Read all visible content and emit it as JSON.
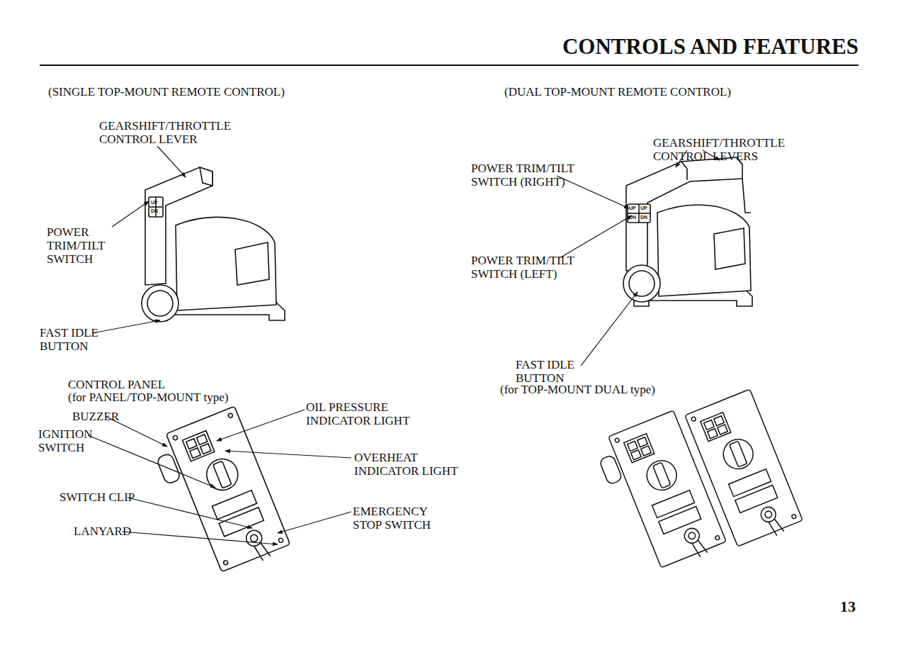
{
  "diagram": {
    "title": "CONTROLS AND FEATURES",
    "labels": [
      "(SINGLE TOP-MOUNT REMOTE CONTROL)",
      "GEARSHIFT/THROTTLE CONTROL LEVER",
      "UP",
      "DN",
      "POWER TRIM/TILT SWITCH",
      "FAST IDLE BUTTON",
      "CONTROL PANEL",
      "(for PANEL/TOP-MOUNT type)",
      "BUZZER",
      "IGNITION SWITCH",
      "SWITCH CLIP",
      "LANYARD",
      "OIL PRESSURE INDICATOR LIGHT",
      "OVERHEAT INDICATOR LIGHT",
      "EMERGENCY STOP SWITCH",
      "(DUAL TOP-MOUNT REMOTE CONTROL)",
      "GEARSHIFT/THROTTLE CONTROL LEVERS",
      "POWER TRIM/TILT SWITCH (RIGHT)",
      "UP",
      "DN",
      "UP",
      "DN",
      "POWER TRIM/TILT SWITCH (LEFT)",
      "FAST IDLE BUTTON",
      "(for TOP-MOUNT DUAL type)",
      "13"
    ]
  }
}
